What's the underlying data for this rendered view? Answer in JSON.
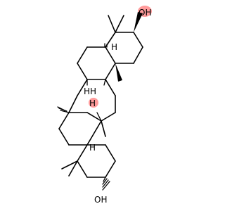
{
  "molecule": {
    "labels": {
      "hydroxyl_top": "OH",
      "hydroxyl_bottom": "OH",
      "h_ring_a_top": "H",
      "h_ring_b_left": "H",
      "h_ring_b_right": "H",
      "h_ring_c": "H",
      "h_ring_d": "H"
    },
    "highlight_color": "#ff8a8a",
    "bond_color": "#000000"
  }
}
